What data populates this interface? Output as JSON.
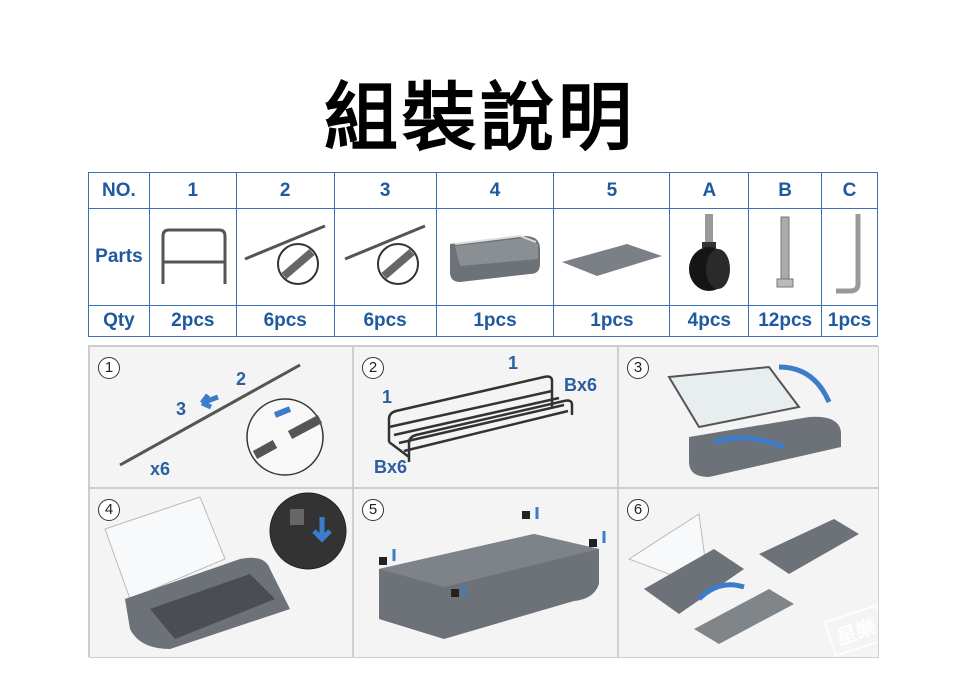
{
  "title": "組裝說明",
  "table": {
    "no_label": "NO.",
    "parts_label": "Parts",
    "qty_label": "Qty",
    "columns": [
      {
        "no": "1",
        "qty": "2pcs",
        "icon": "frame-icon"
      },
      {
        "no": "2",
        "qty": "6pcs",
        "icon": "rod-icon"
      },
      {
        "no": "3",
        "qty": "6pcs",
        "icon": "rod-icon"
      },
      {
        "no": "4",
        "qty": "1pcs",
        "icon": "stand-base-icon"
      },
      {
        "no": "5",
        "qty": "1pcs",
        "icon": "mat-icon"
      },
      {
        "no": "A",
        "qty": "4pcs",
        "icon": "caster-wheel-icon"
      },
      {
        "no": "B",
        "qty": "12pcs",
        "icon": "screw-icon"
      },
      {
        "no": "C",
        "qty": "1pcs",
        "icon": "hex-key-icon"
      }
    ]
  },
  "steps": [
    {
      "num": "1",
      "labels": [
        "2",
        "3",
        "x6"
      ]
    },
    {
      "num": "2",
      "labels": [
        "1",
        "1",
        "Bx6",
        "Bx6"
      ]
    },
    {
      "num": "3"
    },
    {
      "num": "4"
    },
    {
      "num": "5"
    },
    {
      "num": "6",
      "watermark": "星樂"
    }
  ],
  "colors": {
    "table_blue": "#1f5a9e",
    "arrow_blue": "#3d7cc9",
    "part_gray": "#6d7278"
  }
}
